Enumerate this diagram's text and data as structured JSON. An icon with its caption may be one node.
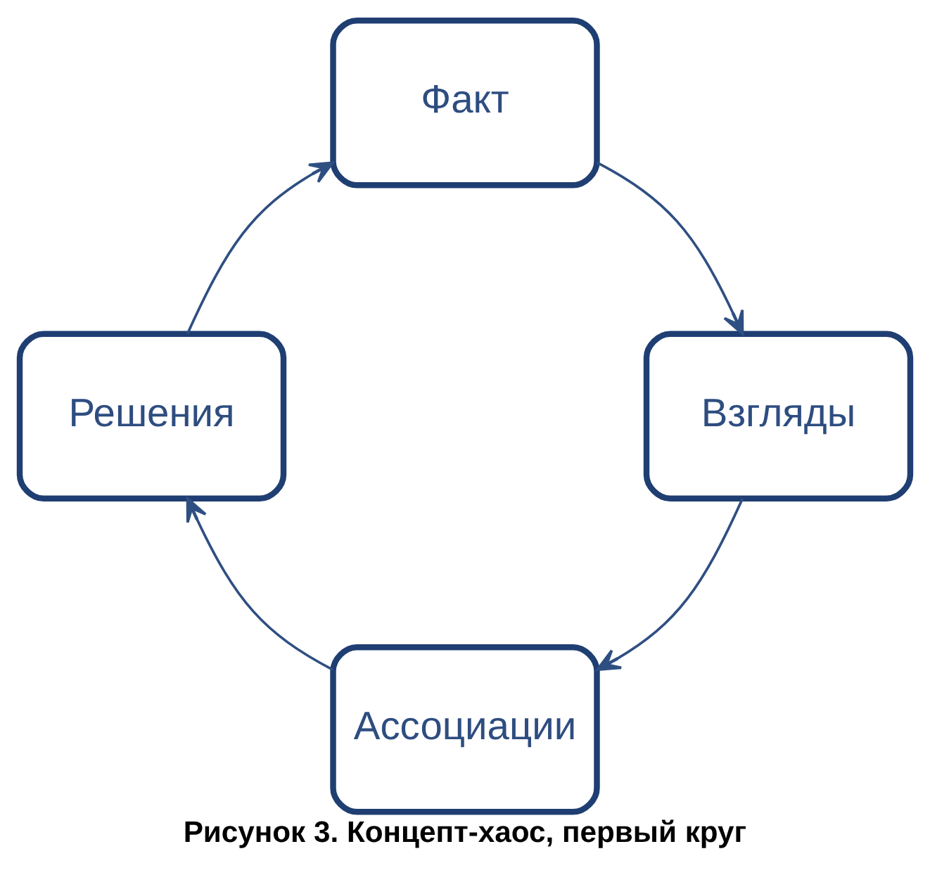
{
  "diagram": {
    "caption": "Рисунок 3. Концепт-хаос, первый круг",
    "nodes": [
      {
        "text": [
          "Факт"
        ]
      },
      {
        "text": [
          "Взгляды"
        ]
      },
      {
        "text": [
          "Ассоциации"
        ]
      },
      {
        "text": [
          "Решения"
        ]
      }
    ],
    "edges": [
      {
        "from": 0,
        "to": 1,
        "arrow": "to"
      },
      {
        "from": 1,
        "to": 2,
        "arrow": "to"
      },
      {
        "from": 2,
        "to": 3,
        "arrow": "to"
      },
      {
        "from": 3,
        "to": 0,
        "arrow": "to"
      }
    ]
  }
}
